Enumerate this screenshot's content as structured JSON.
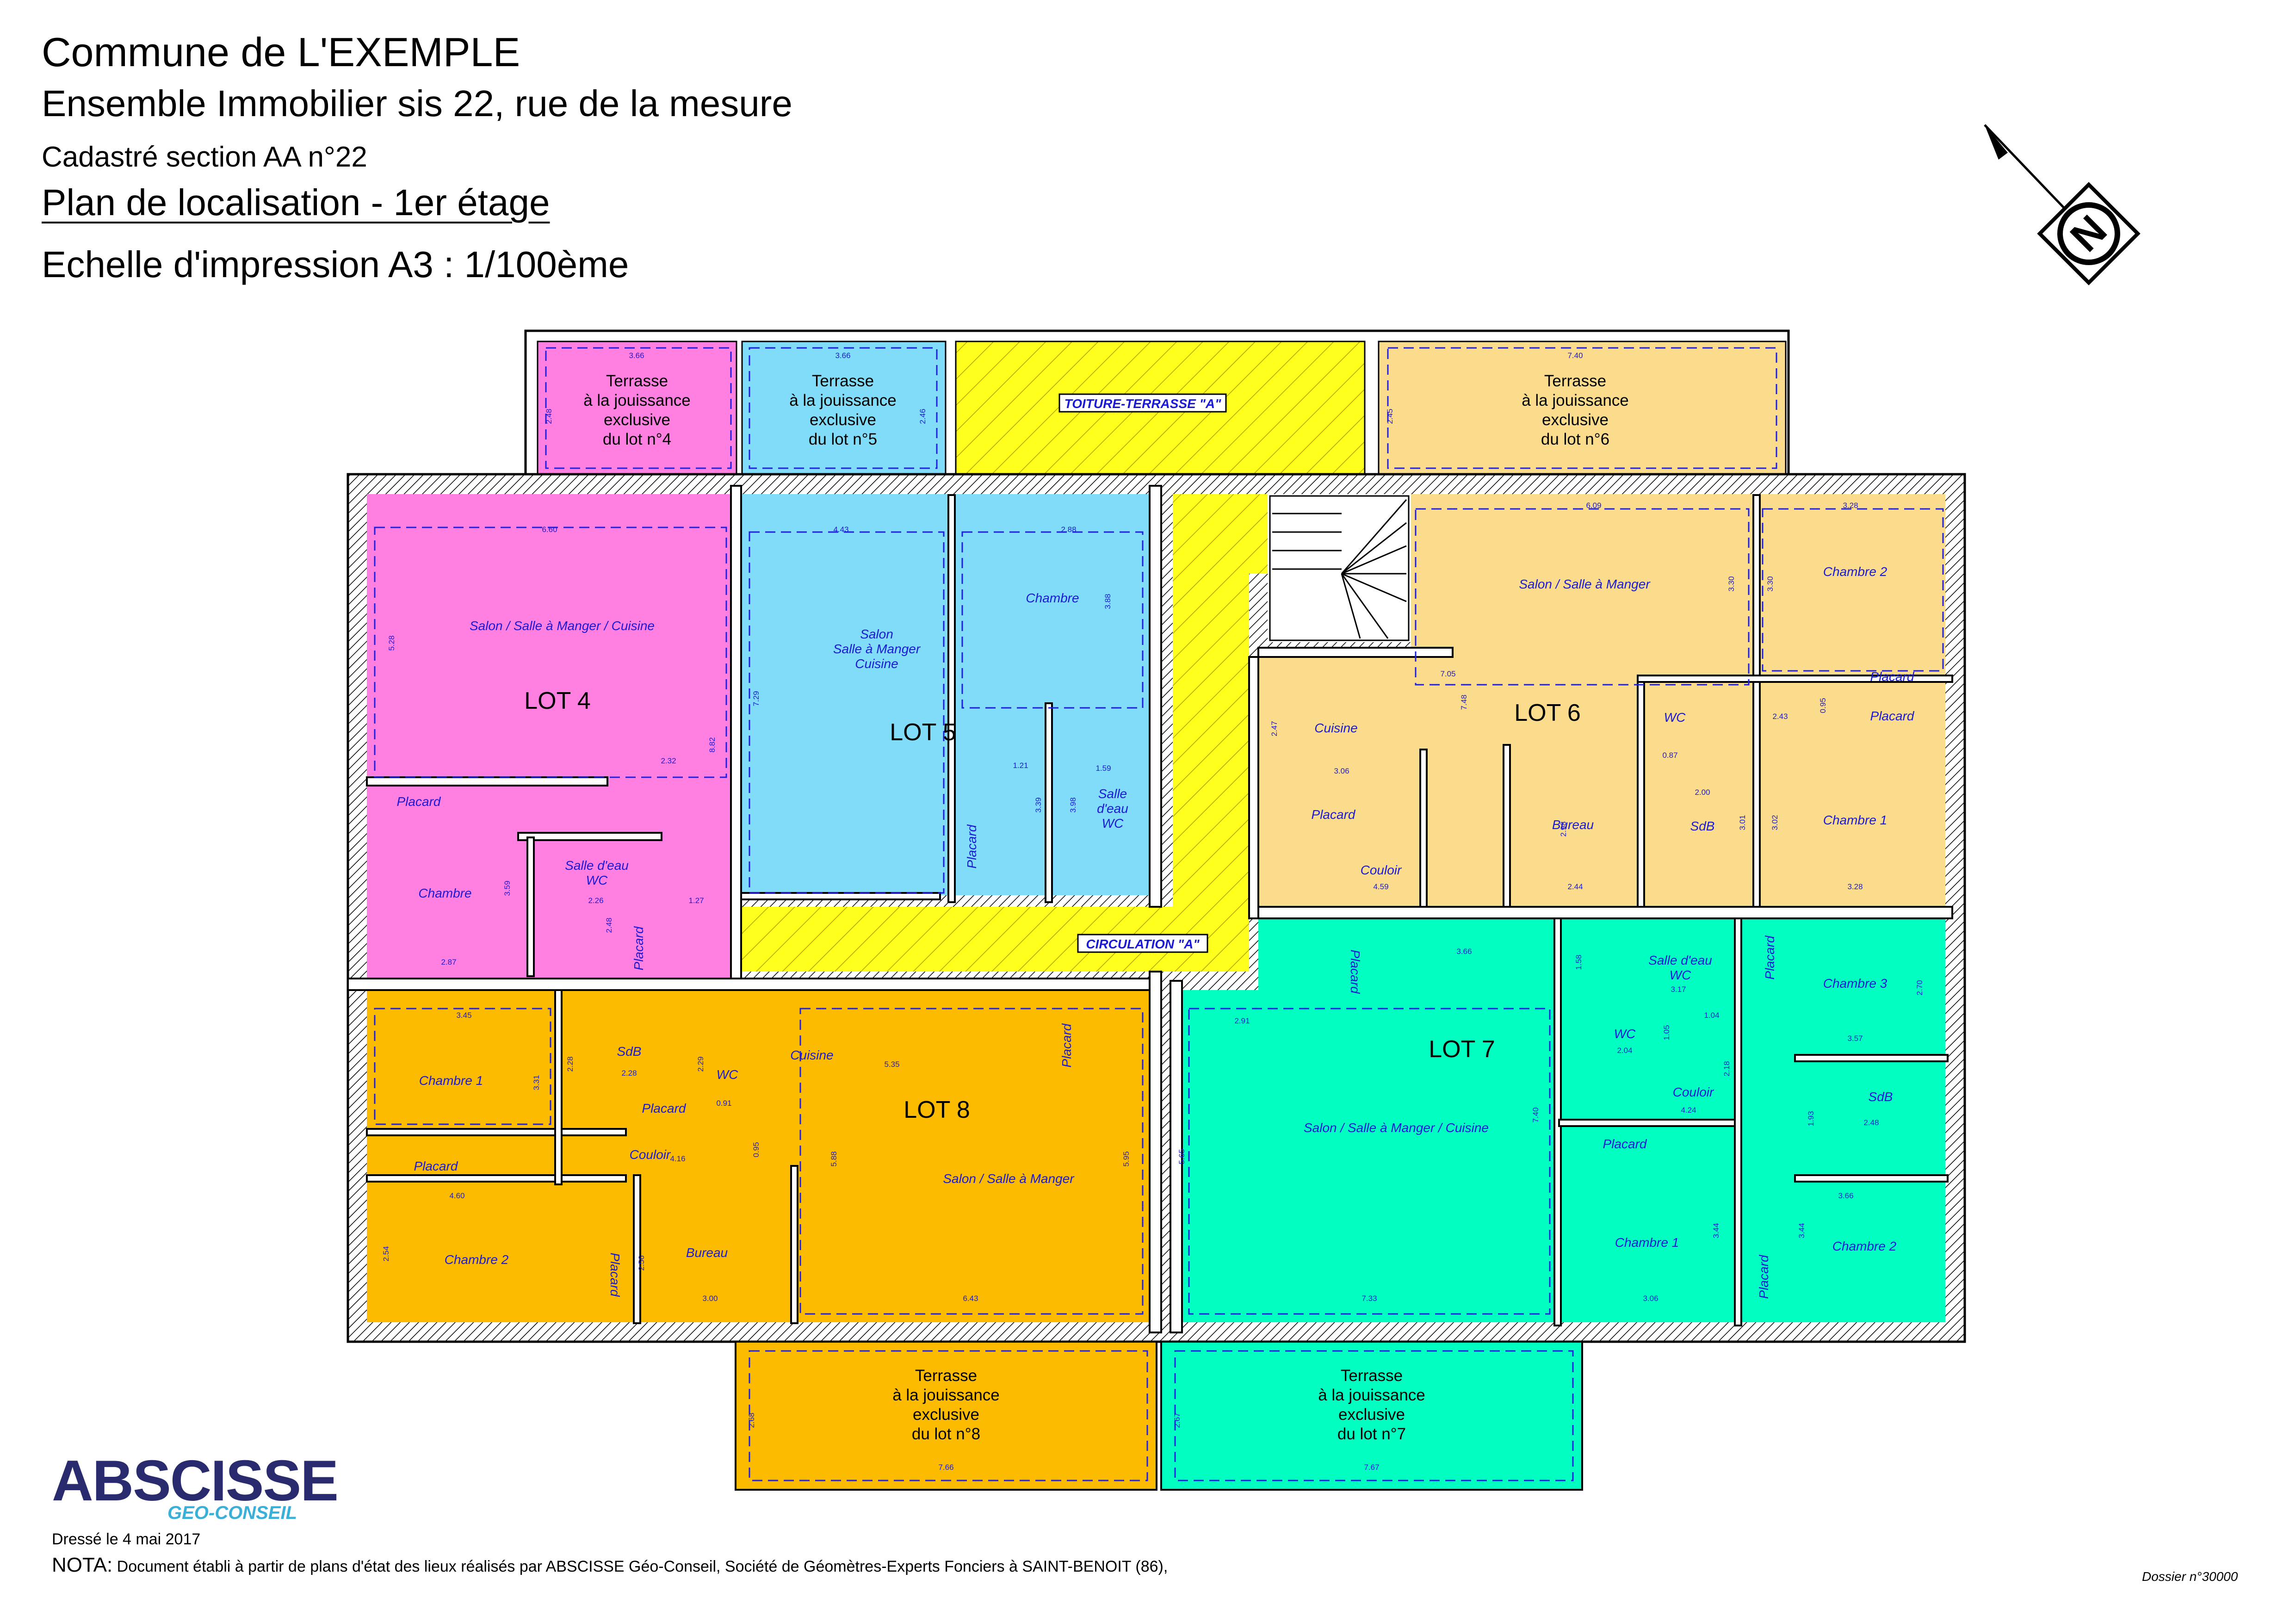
{
  "header": {
    "commune": "Commune de L'EXEMPLE",
    "ensemble": "Ensemble Immobilier sis 22, rue de la mesure",
    "cadastre": "Cadastré section AA n°22",
    "plan_title": "Plan de localisation - 1er étage",
    "echelle": "Echelle d'impression A3 : 1/100ème"
  },
  "north_arrow": {
    "label": "N",
    "icon": "north-arrow-icon"
  },
  "colors": {
    "lot4": "#ff80e0",
    "lot5": "#80dcf8",
    "lot6": "#fbdc8c",
    "lot7": "#00ffc0",
    "lot8": "#fdbb00",
    "common": "#ffff1e",
    "dim": "#1a1ad6"
  },
  "lots": {
    "lot4": "LOT 4",
    "lot5": "LOT 5",
    "lot6": "LOT 6",
    "lot7": "LOT 7",
    "lot8": "LOT 8"
  },
  "terraces": {
    "t4": {
      "line1": "Terrasse",
      "line2": "à la jouissance",
      "line3": "exclusive",
      "line4": "du lot n°4"
    },
    "t5": {
      "line1": "Terrasse",
      "line2": "à la jouissance",
      "line3": "exclusive",
      "line4": "du lot n°5"
    },
    "t6": {
      "line1": "Terrasse",
      "line2": "à la jouissance",
      "line3": "exclusive",
      "line4": "du lot n°6"
    },
    "t7": {
      "line1": "Terrasse",
      "line2": "à la jouissance",
      "line3": "exclusive",
      "line4": "du lot n°7"
    },
    "t8": {
      "line1": "Terrasse",
      "line2": "à la jouissance",
      "line3": "exclusive",
      "line4": "du lot n°8"
    }
  },
  "common_areas": {
    "toiture": "TOITURE-TERRASSE \"A\"",
    "circulation": "CIRCULATION \"A\""
  },
  "rooms": {
    "l4_salon": "Salon / Salle à Manger / Cuisine",
    "l4_placard": "Placard",
    "l4_chambre": "Chambre",
    "l4_salle_eau1": "Salle d'eau",
    "l4_salle_eau2": "WC",
    "l4_placard2": "Placard",
    "l5_salon1": "Salon",
    "l5_salon2": "Salle à Manger",
    "l5_salon3": "Cuisine",
    "l5_chambre": "Chambre",
    "l5_placard": "Placard",
    "l5_salle1": "Salle",
    "l5_salle2": "d'eau",
    "l5_salle3": "WC",
    "l6_salon": "Salon / Salle à Manger",
    "l6_chambre2": "Chambre 2",
    "l6_placard_a": "Placard",
    "l6_placard_b": "Placard",
    "l6_cuisine": "Cuisine",
    "l6_wc": "WC",
    "l6_placard_c": "Placard",
    "l6_bureau": "Bureau",
    "l6_sdb": "SdB",
    "l6_chambre1": "Chambre 1",
    "l6_couloir": "Couloir",
    "l7_placard_a": "Placard",
    "l7_salle1": "Salle d'eau",
    "l7_salle2": "WC",
    "l7_placard_b": "Placard",
    "l7_chambre3": "Chambre 3",
    "l7_wc": "WC",
    "l7_couloir": "Couloir",
    "l7_sdb": "SdB",
    "l7_salon": "Salon / Salle à Manger / Cuisine",
    "l7_placard_c": "Placard",
    "l7_chambre1": "Chambre 1",
    "l7_placard_d": "Placard",
    "l7_chambre2": "Chambre 2",
    "l8_chambre1": "Chambre 1",
    "l8_sdb": "SdB",
    "l8_wc": "WC",
    "l8_placard_a": "Placard",
    "l8_cuisine": "Cuisine",
    "l8_placard_b": "Placard",
    "l8_couloir": "Couloir",
    "l8_placard_c": "Placard",
    "l8_salon": "Salon / Salle à Manger",
    "l8_chambre2": "Chambre 2",
    "l8_placard_d": "Placard",
    "l8_bureau": "Bureau"
  },
  "dimensions": {
    "d_t4w": "3.66",
    "d_t4h": "2.48",
    "d_t5w": "3.66",
    "d_t5h": "2.46",
    "d_t6w": "7.40",
    "d_t6h": "2.45",
    "d_l4a": "6.60",
    "d_l4b": "5.28",
    "d_l4c": "8.82",
    "d_l4d": "2.32",
    "d_l4e": "3.59",
    "d_l4f": "2.26",
    "d_l4g": "1.27",
    "d_l4h": "2.87",
    "d_l4i": "2.48",
    "d_l5a": "4.43",
    "d_l5b": "2.88",
    "d_l5c": "3.88",
    "d_l5d": "7.29",
    "d_l5e": "1.21",
    "d_l5f": "1.59",
    "d_l5g": "3.39",
    "d_l5h": "3.98",
    "d_l6a": "6.09",
    "d_l6b": "3.28",
    "d_l6c": "3.30",
    "d_l6d": "3.30",
    "d_l6e": "7.05",
    "d_l6f": "7.48",
    "d_l6g": "2.47",
    "d_l6h": "3.06",
    "d_l6i": "2.43",
    "d_l6j": "0.95",
    "d_l6k": "0.87",
    "d_l6l": "2.00",
    "d_l6m": "3.01",
    "d_l6n": "3.02",
    "d_l6o": "4.59",
    "d_l6p": "2.44",
    "d_l6q": "3.28",
    "d_l6r": "2.98",
    "d_l7a": "3.66",
    "d_l7b": "2.91",
    "d_l7c": "3.17",
    "d_l7d": "1.04",
    "d_l7e": "2.04",
    "d_l7f": "1.05",
    "d_l7g": "2.18",
    "d_l7h": "3.57",
    "d_l7i": "2.70",
    "d_l7j": "4.24",
    "d_l7k": "2.48",
    "d_l7l": "1.93",
    "d_l7m": "7.40",
    "d_l7n": "5.65",
    "d_l7o": "3.66",
    "d_l7p": "3.44",
    "d_l7q": "3.44",
    "d_l7r": "3.06",
    "d_l7s": "7.33",
    "d_l7t": "1.58",
    "d_l8a": "3.45",
    "d_l8b": "2.28",
    "d_l8c": "2.28",
    "d_l8d": "3.31",
    "d_l8e": "0.91",
    "d_l8f": "2.29",
    "d_l8g": "5.35",
    "d_l8h": "4.16",
    "d_l8i": "0.95",
    "d_l8j": "5.88",
    "d_l8k": "5.95",
    "d_l8l": "4.60",
    "d_l8m": "2.54",
    "d_l8n": "2.56",
    "d_l8o": "3.00",
    "d_l8p": "6.43",
    "d_t8w": "7.66",
    "d_t8h": "2.68",
    "d_t7w": "7.67",
    "d_t7h": "2.67"
  },
  "logo": {
    "main": "ABSCISSE",
    "sub": "GEO-CONSEIL"
  },
  "footer": {
    "date": "Dressé le 4 mai 2017",
    "nota_label": "NOTA:",
    "nota_text": " Document établi à partir de plans d'état des lieux réalisés par ABSCISSE Géo-Conseil, Société de Géomètres-Experts Fonciers à SAINT-BENOIT (86),",
    "dossier": "Dossier n°30000"
  }
}
